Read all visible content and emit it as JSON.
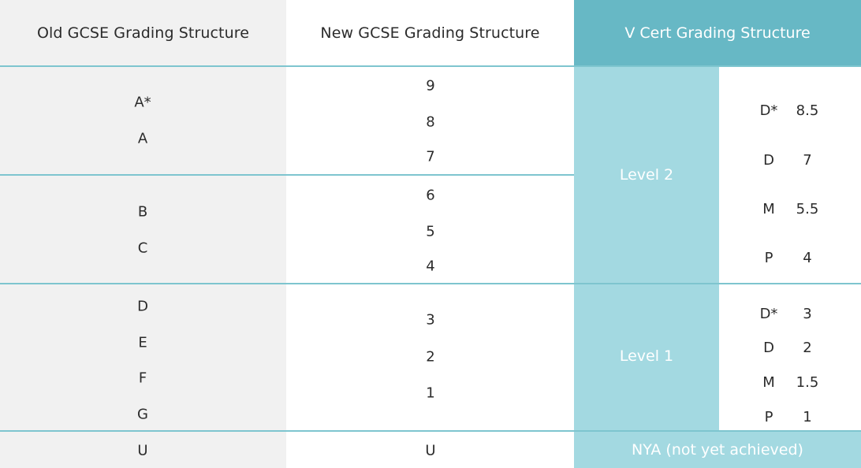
{
  "headers": {
    "old": "Old GCSE Grading Structure",
    "new": "New GCSE Grading Structure",
    "vcert": "V Cert Grading Structure"
  },
  "band1": {
    "old": [
      "A*",
      "A"
    ],
    "new": [
      "9",
      "8",
      "7"
    ]
  },
  "band2": {
    "old": [
      "B",
      "C"
    ],
    "new": [
      "6",
      "5",
      "4"
    ]
  },
  "level2": {
    "label": "Level 2",
    "grades": [
      {
        "grade": "D*",
        "points": "8.5"
      },
      {
        "grade": "D",
        "points": "7"
      },
      {
        "grade": "M",
        "points": "5.5"
      },
      {
        "grade": "P",
        "points": "4"
      }
    ]
  },
  "band3": {
    "old": [
      "D",
      "E",
      "F",
      "G"
    ],
    "new": [
      "3",
      "2",
      "1"
    ]
  },
  "level1": {
    "label": "Level 1",
    "grades": [
      {
        "grade": "D*",
        "points": "3"
      },
      {
        "grade": "D",
        "points": "2"
      },
      {
        "grade": "M",
        "points": "1.5"
      },
      {
        "grade": "P",
        "points": "1"
      }
    ]
  },
  "ungraded": {
    "old": "U",
    "new": "U",
    "vcert": "NYA (not yet achieved)"
  },
  "colors": {
    "header_accent": "#67b8c5",
    "level_fill": "#a3d9e1",
    "divider": "#7ec5cf"
  }
}
